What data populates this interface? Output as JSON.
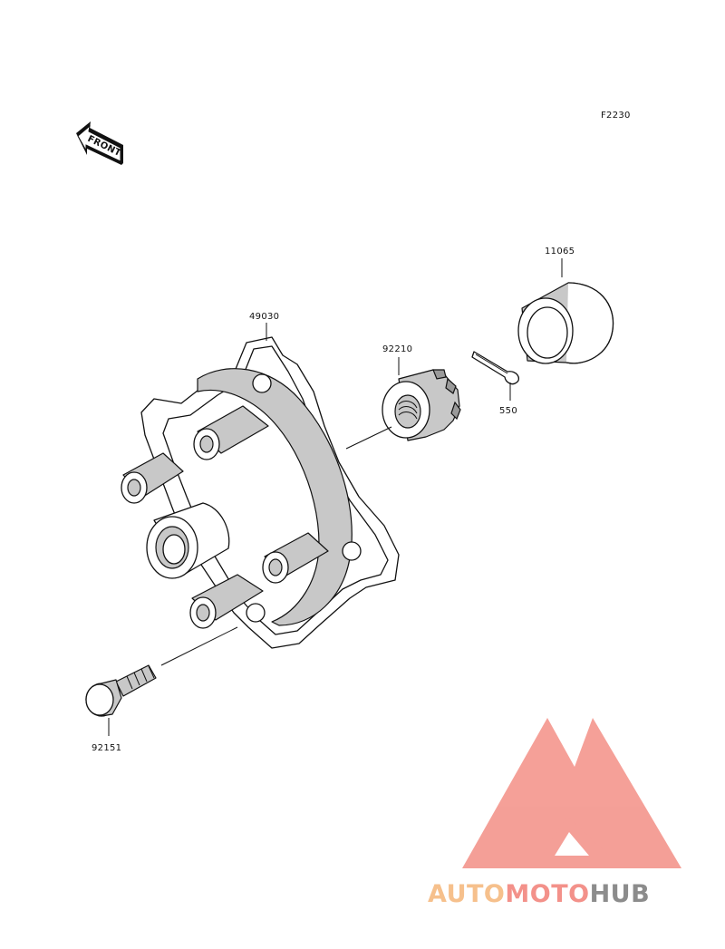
{
  "diagram": {
    "figure_code": "F2230",
    "front_label": "FRONT",
    "parts": [
      {
        "number": "11065"
      },
      {
        "number": "49030"
      },
      {
        "number": "92210"
      },
      {
        "number": "550"
      },
      {
        "number": "92151"
      }
    ]
  },
  "watermark": {
    "brand_part1": "AUTO",
    "brand_part2": "MOTO",
    "brand_part3": "HUB",
    "colors": {
      "auto": "#f6c08c",
      "moto": "#f3918a",
      "hub": "#8c8c8c",
      "logo": "#f38f86"
    }
  }
}
